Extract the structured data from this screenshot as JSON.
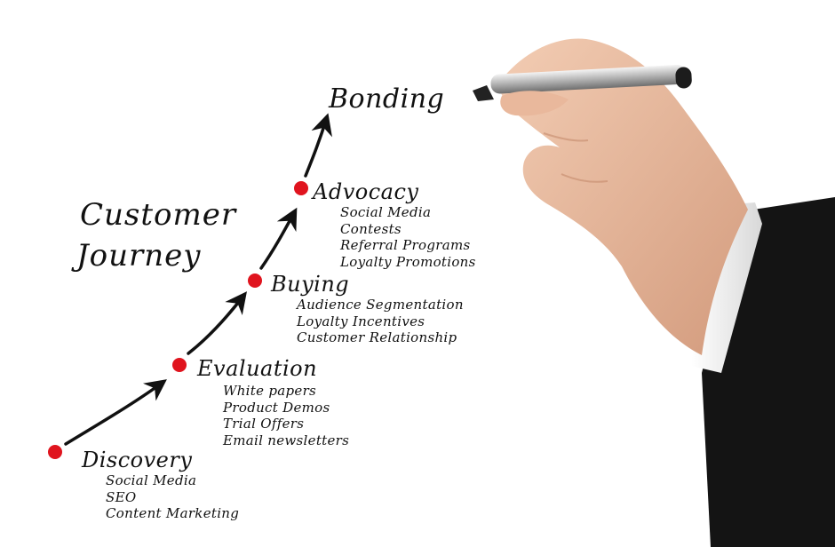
{
  "title": {
    "line1": "Customer",
    "line2": "Journey"
  },
  "accent_color": "#e0141e",
  "stages": [
    {
      "label": "Discovery",
      "items": [
        "Social Media",
        "SEO",
        "Content Marketing"
      ]
    },
    {
      "label": "Evaluation",
      "items": [
        "White papers",
        "Product Demos",
        "Trial Offers",
        "Email newsletters"
      ]
    },
    {
      "label": "Buying",
      "items": [
        "Audience Segmentation",
        "Loyalty Incentives",
        "Customer Relationship"
      ]
    },
    {
      "label": "Advocacy",
      "items": [
        "Social Media",
        "Contests",
        "Referral Programs",
        "Loyalty Promotions"
      ]
    }
  ],
  "final_stage": {
    "label": "Bonding"
  },
  "illustration": {
    "subject": "hand-holding-marker",
    "icon": "pen-icon"
  }
}
